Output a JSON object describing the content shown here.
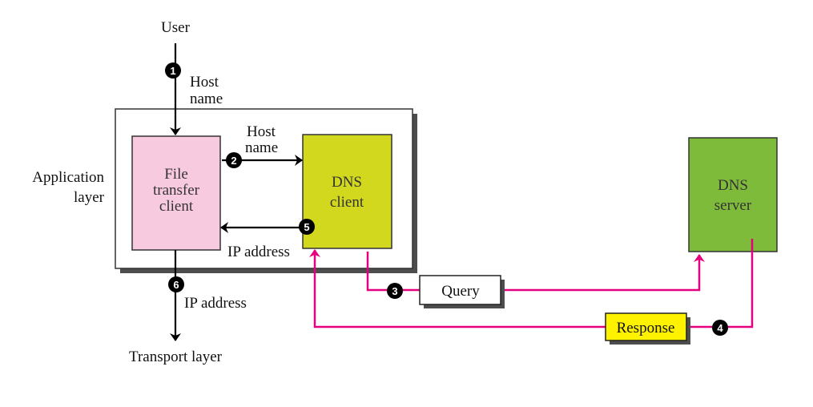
{
  "diagram": {
    "top_label": "User",
    "side_label_line1": "Application",
    "side_label_line2": "layer",
    "bottom_label": "Transport layer",
    "nodes": {
      "file_transfer_client": {
        "lines": [
          "File",
          "transfer",
          "client"
        ],
        "color": "#f8cae0"
      },
      "dns_client": {
        "lines": [
          "DNS",
          "client"
        ],
        "color": "#d1d81e"
      },
      "dns_server": {
        "lines": [
          "DNS",
          "server"
        ],
        "color": "#7fbb3a"
      }
    },
    "messages": {
      "query": {
        "label": "Query",
        "color": "#ffffff"
      },
      "response": {
        "label": "Response",
        "color": "#fff200"
      }
    },
    "edge_labels": {
      "step1_line1": "Host",
      "step1_line2": "name",
      "step2_line1": "Host",
      "step2_line2": "name",
      "step5": "IP address",
      "step6": "IP address"
    },
    "steps": [
      "1",
      "2",
      "3",
      "4",
      "5",
      "6"
    ],
    "colors": {
      "network_line": "#e6007e",
      "arrow": "#000000",
      "shadow": "#4d4d4d"
    }
  }
}
